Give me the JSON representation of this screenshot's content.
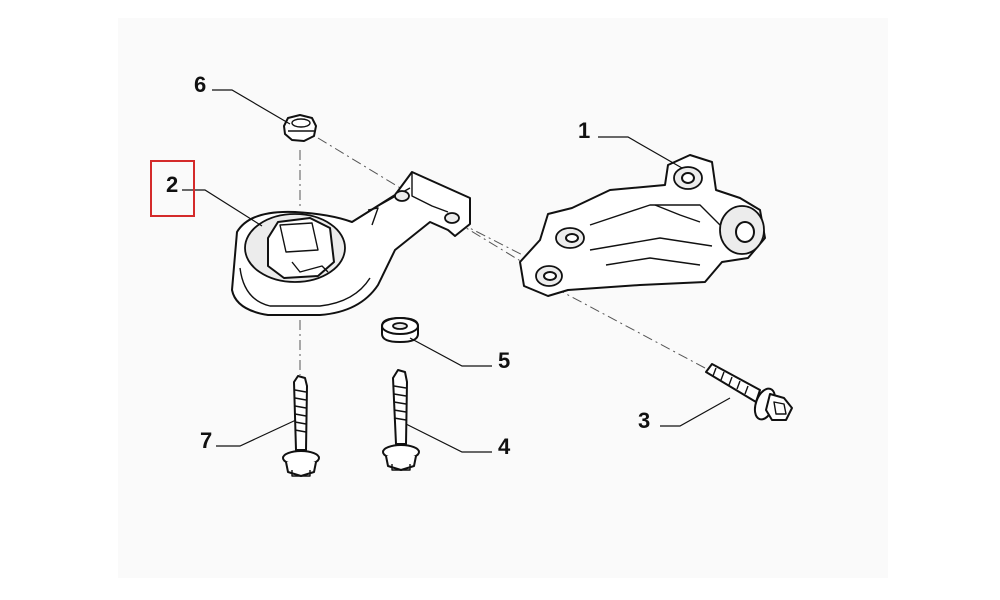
{
  "callouts": {
    "c1": "1",
    "c2": "2",
    "c3": "3",
    "c4": "4",
    "c5": "5",
    "c6": "6",
    "c7": "7"
  },
  "highlight": {
    "callout": "2",
    "color": "#d42a2a"
  },
  "colors": {
    "line": "#111111",
    "axis": "#555555",
    "background": "#ffffff",
    "sheet": "#fafafa"
  }
}
